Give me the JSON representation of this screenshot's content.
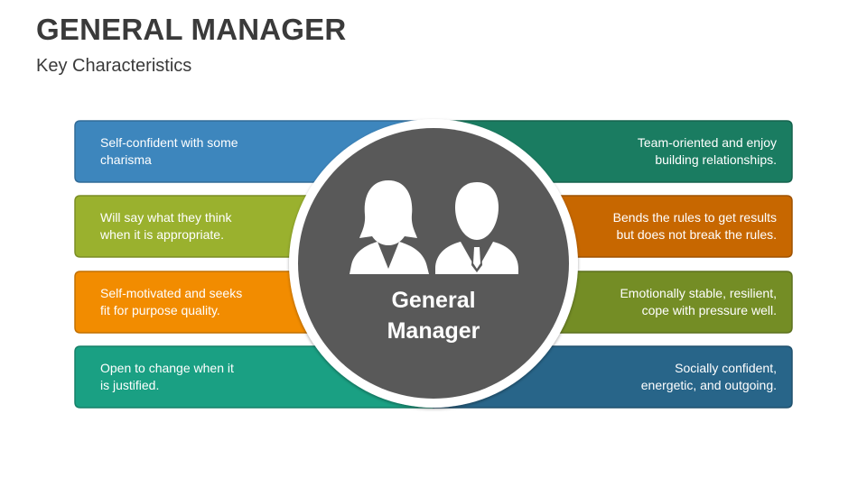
{
  "title": "GENERAL MANAGER",
  "subtitle": "Key Characteristics",
  "center": {
    "label": "General\nManager",
    "icon": "businesswoman-businessman-icon",
    "circle_color": "#595959"
  },
  "left_cards": [
    {
      "text": "Self-confident with some\ncharisma",
      "color": "#3d86bd"
    },
    {
      "text": "Will say what they think\nwhen it is appropriate.",
      "color": "#9ab12e"
    },
    {
      "text": "Self-motivated and seeks\nfit for purpose quality.",
      "color": "#f28c00"
    },
    {
      "text": "Open to change when it\nis justified.",
      "color": "#1aa083"
    }
  ],
  "right_cards": [
    {
      "text": "Team-oriented and enjoy\nbuilding relationships.",
      "color": "#1a7c61"
    },
    {
      "text": "Bends the rules to get results\nbut does not break the rules.",
      "color": "#c76700"
    },
    {
      "text": "Emotionally stable, resilient,\ncope with pressure well.",
      "color": "#748d25"
    },
    {
      "text": "Socially confident,\nenergetic, and outgoing.",
      "color": "#286589"
    }
  ]
}
